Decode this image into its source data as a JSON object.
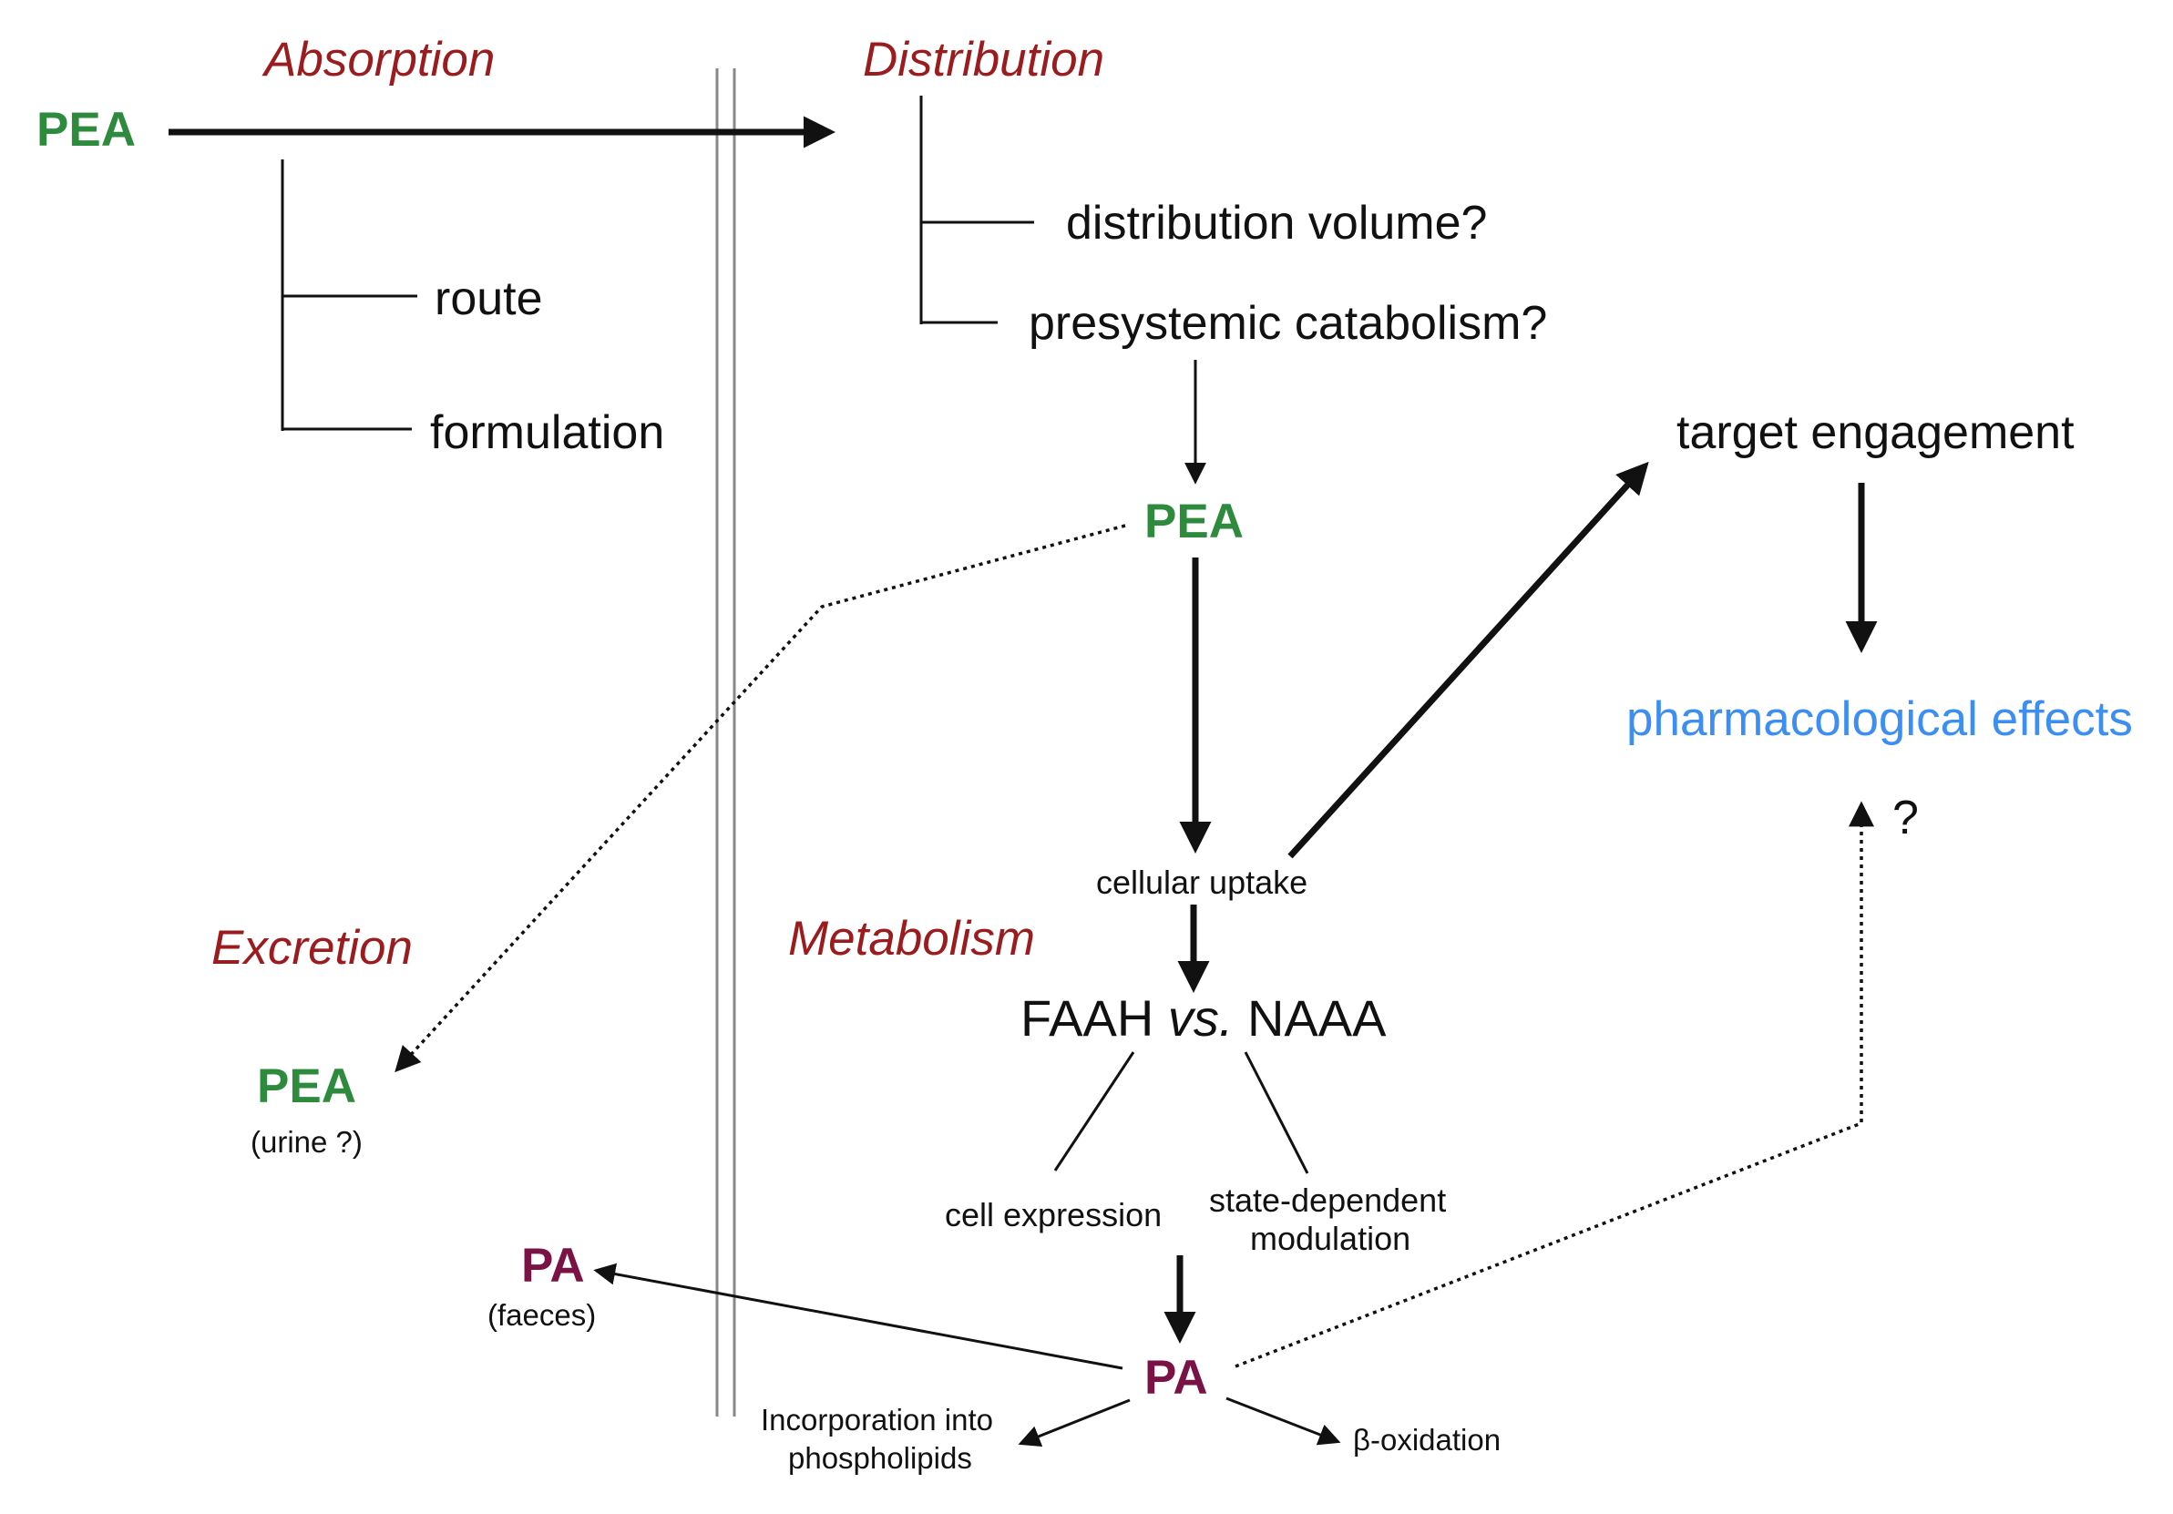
{
  "phases": {
    "absorption": "Absorption",
    "distribution": "Distribution",
    "excretion": "Excretion",
    "metabolism": "Metabolism"
  },
  "absorption_factors": [
    "route",
    "formulation"
  ],
  "distribution_factors": [
    "distribution volume?",
    "presystemic catabolism?"
  ],
  "nodes": {
    "pea_source": "PEA",
    "pea_circulating": "PEA",
    "pea_excreted": "PEA",
    "urine_note": "(urine ?)",
    "target_engagement": "target engagement",
    "pharmacological_effects": "pharmacological effects",
    "question_mark": "?",
    "cellular_uptake": "cellular uptake",
    "enzyme_faah": "FAAH",
    "enzyme_vs": "vs.",
    "enzyme_naaa": "NAAA",
    "cell_expression": "cell expression",
    "state_dependent_line1": "state-dependent",
    "state_dependent_line2": "modulation",
    "pa_faeces": "PA",
    "faeces_note": "(faeces)",
    "pa_product": "PA",
    "incorporation_line1": "Incorporation into",
    "incorporation_line2": "phospholipids",
    "beta_oxidation": "β-oxidation"
  },
  "colors": {
    "phase_label": "#9b1c1f",
    "pea": "#2e8b3e",
    "pa": "#7a1245",
    "effects": "#3c8ef3",
    "barrier": "#888888"
  }
}
